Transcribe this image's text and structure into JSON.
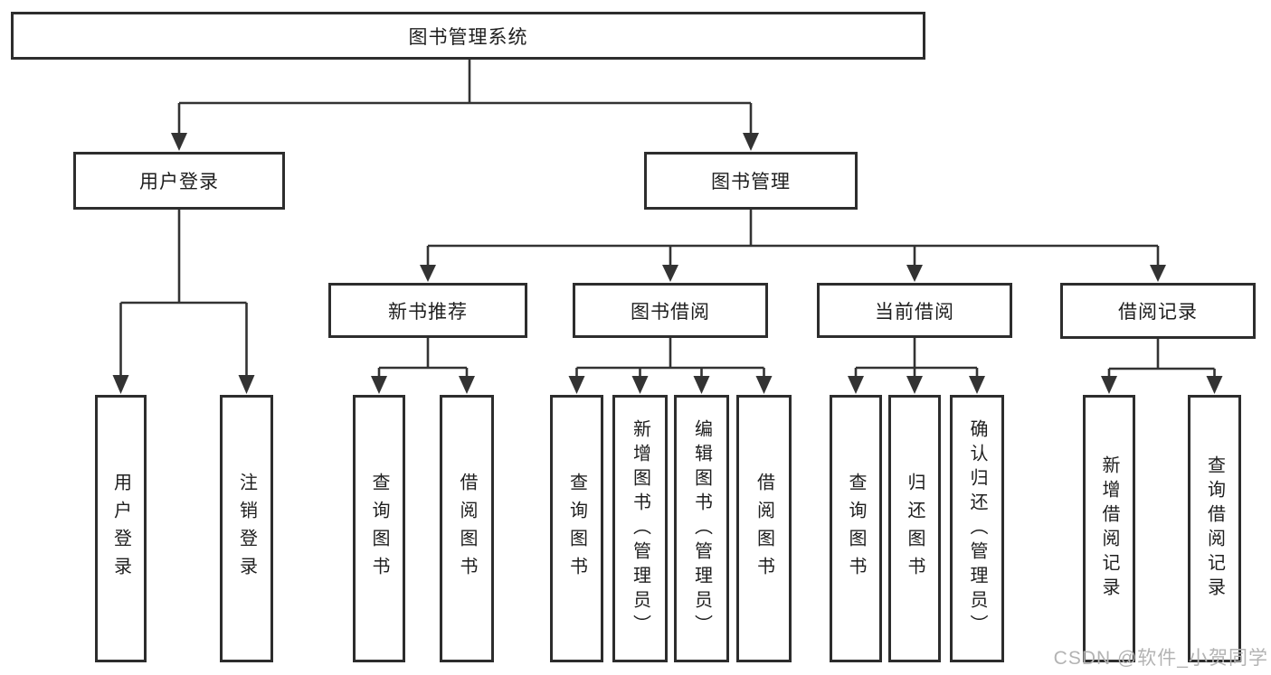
{
  "watermark": "CSDN @软件_小贺同学",
  "colors": {
    "ink": "#2d2d2d",
    "background": "#ffffff",
    "watermark_gray": "#b3b3b3"
  },
  "nodes": {
    "root": {
      "label": "图书管理系统"
    },
    "user_login": {
      "label": "用户登录"
    },
    "book_mgmt": {
      "label": "图书管理"
    },
    "login": {
      "label": "用户登录"
    },
    "logout": {
      "label": "注销登录"
    },
    "new_book_rec": {
      "label": "新书推荐"
    },
    "book_borrow": {
      "label": "图书借阅"
    },
    "current_borrow": {
      "label": "当前借阅"
    },
    "borrow_records": {
      "label": "借阅记录"
    },
    "nb_query": {
      "label": "查询图书"
    },
    "nb_borrow": {
      "label": "借阅图书"
    },
    "bb_query": {
      "label": "查询图书"
    },
    "bb_add": {
      "label": "新增图书（管理员）"
    },
    "bb_edit": {
      "label": "编辑图书（管理员）"
    },
    "bb_borrow": {
      "label": "借阅图书"
    },
    "cb_query": {
      "label": "查询图书"
    },
    "cb_return": {
      "label": "归还图书"
    },
    "cb_confirm": {
      "label": "确认归还（管理员）"
    },
    "br_add": {
      "label": "新增借阅记录"
    },
    "br_query": {
      "label": "查询借阅记录"
    }
  },
  "hierarchy": {
    "root": [
      "user_login",
      "book_mgmt"
    ],
    "user_login": [
      "login",
      "logout"
    ],
    "book_mgmt": [
      "new_book_rec",
      "book_borrow",
      "current_borrow",
      "borrow_records"
    ],
    "new_book_rec": [
      "nb_query",
      "nb_borrow"
    ],
    "book_borrow": [
      "bb_query",
      "bb_add",
      "bb_edit",
      "bb_borrow"
    ],
    "current_borrow": [
      "cb_query",
      "cb_return",
      "cb_confirm"
    ],
    "borrow_records": [
      "br_add",
      "br_query"
    ]
  }
}
